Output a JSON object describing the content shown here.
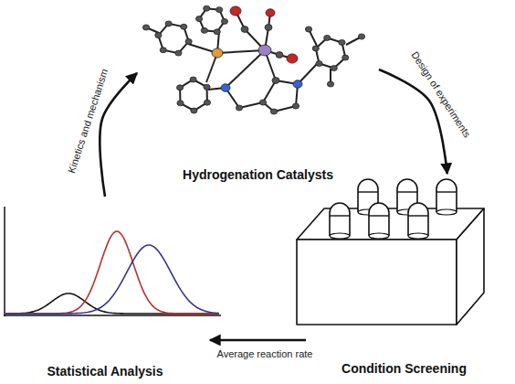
{
  "diagram": {
    "nodes": [
      {
        "text": [
          "Hydrogenation Catalysts"
        ]
      },
      {
        "text": [
          "Condition Screening"
        ]
      },
      {
        "text": [
          "Statistical Analysis"
        ]
      }
    ],
    "edges": [
      {
        "from": 0,
        "to": 1,
        "label": "Design of experiments",
        "arrow": "to"
      },
      {
        "from": 1,
        "to": 2,
        "label": "Average reaction rate",
        "arrow": "to"
      },
      {
        "from": 2,
        "to": 0,
        "label": "Kinetics and mechanism",
        "arrow": "to"
      }
    ]
  }
}
